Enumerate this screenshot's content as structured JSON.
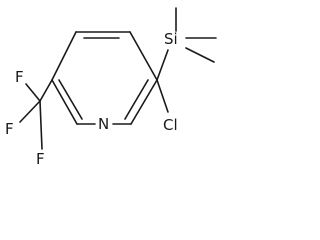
{
  "molecule": {
    "atoms": {
      "si": "Si",
      "n": "N",
      "cl": "Cl",
      "f_top": "F",
      "f_left": "F",
      "f_bottom": "F"
    }
  }
}
